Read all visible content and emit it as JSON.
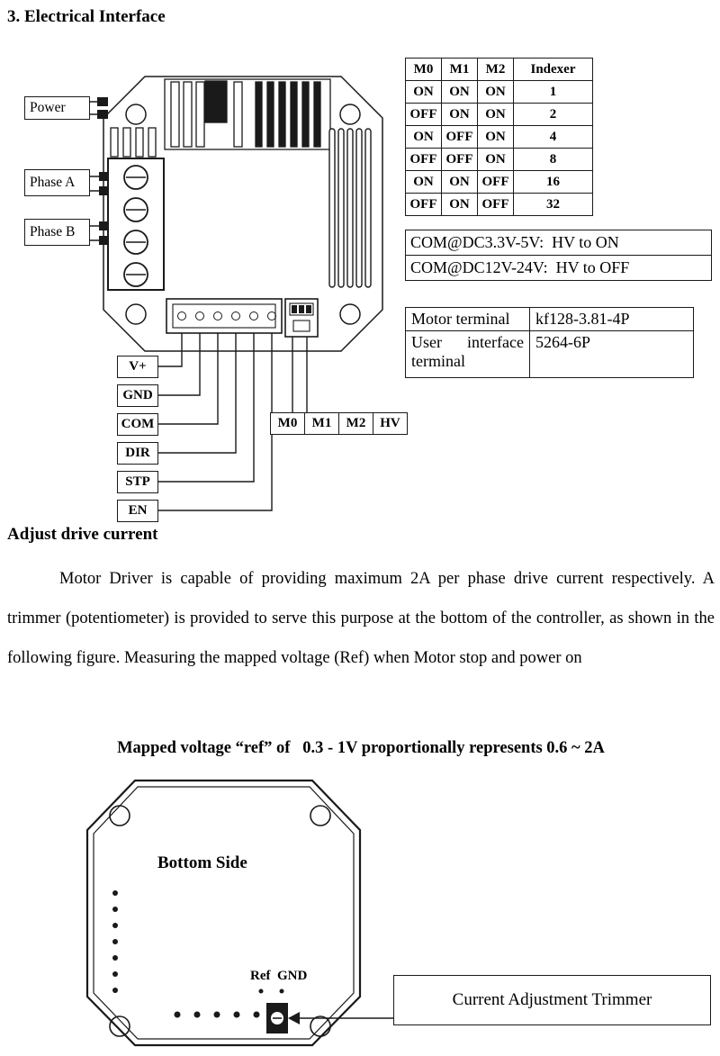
{
  "page": {
    "title": "3. Electrical Interface",
    "subheading": "Adjust drive current",
    "body_paragraph": "Motor Driver is capable of providing maximum 2A per phase drive current respectively. A trimmer (potentiometer) is provided to serve this purpose at the bottom of the controller, as shown in the following figure. Measuring the mapped voltage (Ref) when Motor stop and power on",
    "mapped_voltage_note": "Mapped voltage “ref” of   0.3 - 1V proportionally represents 0.6 ~ 2A"
  },
  "top_diagram": {
    "left_labels": {
      "power": "Power",
      "phase_a": "Phase A",
      "phase_b": "Phase B"
    },
    "pin_labels": {
      "vplus": "V+",
      "gnd": "GND",
      "com": "COM",
      "dir": "DIR",
      "stp": "STP",
      "en": "EN"
    },
    "jumper_labels": {
      "m0": "M0",
      "m1": "M1",
      "m2": "M2",
      "hv": "HV"
    }
  },
  "indexer_table": {
    "headers": [
      "M0",
      "M1",
      "M2",
      "Indexer"
    ],
    "rows": [
      [
        "ON",
        "ON",
        "ON",
        "1"
      ],
      [
        "OFF",
        "ON",
        "ON",
        "2"
      ],
      [
        "ON",
        "OFF",
        "ON",
        "4"
      ],
      [
        "OFF",
        "OFF",
        "ON",
        "8"
      ],
      [
        "ON",
        "ON",
        "OFF",
        "16"
      ],
      [
        "OFF",
        "ON",
        "OFF",
        "32"
      ]
    ]
  },
  "com_notes": {
    "line1": "COM@DC3.3V-5V:  HV to ON",
    "line2": "COM@DC12V-24V:  HV to OFF"
  },
  "terminal_table": {
    "row1_label": "Motor terminal",
    "row1_value": "kf128-3.81-4P",
    "row2_label": "User interface terminal",
    "row2_value": "5264-6P"
  },
  "bottom_diagram": {
    "label": "Bottom Side",
    "ref_gnd": "Ref  GND",
    "callout": "Current Adjustment Trimmer"
  }
}
